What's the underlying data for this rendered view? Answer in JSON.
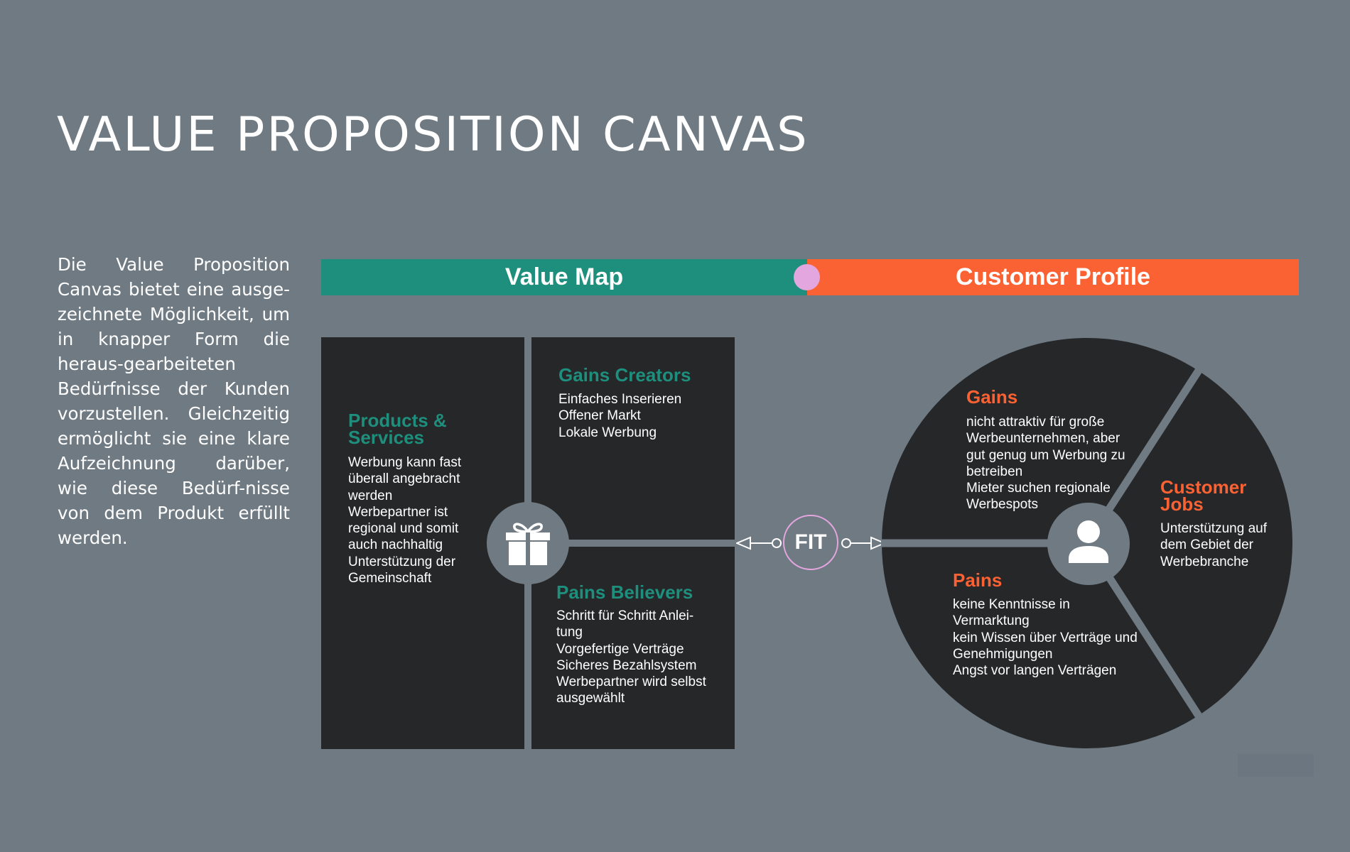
{
  "title": "VALUE PROPOSITION CANVAS",
  "intro": "Die Value Proposition Canvas bietet eine ausge-zeichnete Möglichkeit, um in knapper Form die heraus-gearbeiteten Bedürfnisse der Kunden vorzustellen. Gleichzeitig ermöglicht sie eine klare Aufzeichnung darüber, wie diese Bedürf-nisse von dem Produkt erfüllt werden.",
  "value_map": {
    "label": "Value Map",
    "products": {
      "title_line1": "Products &",
      "title_line2": "Services",
      "lines": [
        "Werbung kann fast",
        "überall angebracht",
        "werden",
        "Werbepartner ist",
        "regional und somit",
        "auch nachhaltig",
        "Unterstützung der",
        "Gemeinschaft"
      ]
    },
    "gains_creators": {
      "title": "Gains Creators",
      "lines": [
        "Einfaches Inserieren",
        "Offener Markt",
        "Lokale Werbung"
      ]
    },
    "pains_believers": {
      "title": "Pains Believers",
      "lines": [
        "Schritt für Schritt Anlei-",
        "tung",
        "Vorgefertige Verträge",
        "Sicheres Bezahlsystem",
        "Werbepartner wird selbst",
        "ausgewählt"
      ]
    }
  },
  "fit_label": "FIT",
  "customer_profile": {
    "label": "Customer Profile",
    "gains": {
      "title": "Gains",
      "lines": [
        "nicht attraktiv für große",
        "Werbeunternehmen, aber",
        "gut genug um Werbung zu",
        "betreiben",
        "Mieter suchen regionale",
        "Werbespots"
      ]
    },
    "customer_jobs": {
      "title_line1": "Customer",
      "title_line2": "Jobs",
      "lines": [
        "Unterstützung auf",
        "dem Gebiet der",
        "Werbebranche"
      ]
    },
    "pains": {
      "title": "Pains",
      "lines": [
        "keine Kenntnisse in",
        "Vermarktung",
        "kein Wissen über Verträge und",
        "Genehmigungen",
        "Angst vor langen Verträgen"
      ]
    }
  },
  "icons": {
    "gift": "gift-icon",
    "user": "user-icon"
  },
  "colors": {
    "background": "#6f7a83",
    "panel": "#262729",
    "teal": "#1e8f7c",
    "orange": "#fb6233",
    "pink": "#e4a6df"
  }
}
